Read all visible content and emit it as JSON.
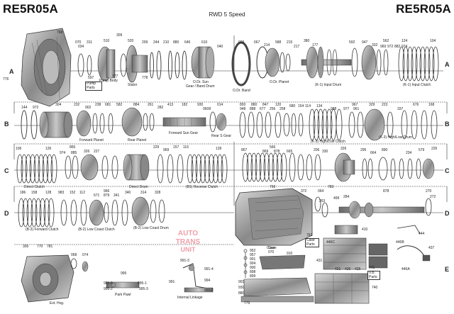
{
  "header": {
    "title_left": "RE5R05A",
    "title_right": "RE5R05A",
    "subtitle": "RWD 5 Speed"
  },
  "rows": [
    "A",
    "B",
    "C",
    "D",
    "E"
  ],
  "row_a_labels": {
    "p768": "768",
    "p070": "070",
    "p311": "311",
    "p034": "034",
    "p597": "597",
    "pump_parts": "Pump Parts",
    "p510": "510",
    "p309": "309",
    "p520": "520",
    "pump_body": "Pump Body",
    "p777": "777",
    "stator": "Stator",
    "p778": "778",
    "p209": "209",
    "p244": "244",
    "p210": "210",
    "p880": "880",
    "p646": "646",
    "p610": "610",
    "p040": "040",
    "od_sun": "O.Dr. Sun",
    "gear_band_drum": "Gear / Band Drum",
    "p776": "776",
    "p029": "029",
    "p667": "667",
    "p214": "214",
    "p588": "588",
    "p215": "215",
    "p217": "217",
    "p380": "380",
    "p177": "177",
    "od_band": "O.Dr. Band",
    "od_planet": "O.Dr. Planet",
    "p592": "592",
    "p947": "947",
    "p332": "332",
    "p562": "562",
    "p960": "960",
    "p972": "972",
    "p882": "882",
    "p974": "974",
    "p124": "124",
    "p104": "104",
    "k1_input_drum": "(K-1) Input Drum",
    "k1_input_clutch": "(K-1) Input Clutch"
  },
  "row_b_labels": {
    "p144": "144",
    "p972": "972",
    "p304": "304",
    "p232": "232",
    "p902": "902",
    "p238": "238",
    "p681": "681",
    "p582": "582",
    "p884": "884",
    "p261": "261",
    "p282": "282",
    "p413": "413",
    "p182": "182",
    "p930": "930",
    "p0608": "0608",
    "p014": "014",
    "forward_planet": "Forward Planet",
    "rear_planet": "Rear Planet",
    "forward_sun_gear": "Forward Sun Gear",
    "rear_s_gear": "Rear S Gear",
    "p893": "893",
    "p880": "880",
    "p847": "847",
    "p120": "120",
    "p948": "948",
    "p888": "888",
    "p677": "677",
    "p256": "256",
    "p258": "258",
    "p680": "680",
    "p154": "154",
    "p114": "114",
    "p134": "134",
    "p988": "988",
    "p967": "967",
    "p977": "977",
    "p961": "961",
    "p329": "329",
    "p223": "223",
    "p337": "337",
    "p676": "676",
    "p168": "168",
    "k3_hl_clutch": "(K-3) High/Low Clutch",
    "k3_hl_drum": "(K-3) High/Low Drum"
  },
  "row_c_labels": {
    "p106": "106",
    "p126": "126",
    "p865": "865",
    "p974": "974",
    "p885": "885",
    "p326": "326",
    "p227": "227",
    "p229": "229",
    "p969": "969",
    "p157": "157",
    "p116": "116",
    "p139": "139",
    "direct_clutch": "Direct Clutch",
    "direct_drum": "Direct Drum",
    "b1_reverse_clutch": "(B1) Reverse Clutch",
    "p867": "867",
    "p566": "566",
    "p869": "869",
    "p878": "878",
    "p665": "665",
    "p206": "206",
    "p330": "330",
    "p326b": "326",
    "p295": "295",
    "p664": "664",
    "p890": "890",
    "p234": "234",
    "p579": "579",
    "p226": "226",
    "p783": "783"
  },
  "row_d_labels": {
    "p186": "186",
    "p158": "158",
    "p128": "128",
    "p983": "983",
    "p152": "152",
    "p112": "112",
    "p966": "966",
    "p671": "671",
    "p879": "879",
    "p341": "341",
    "p340": "340",
    "p314": "314",
    "p328": "328",
    "b3_forward_clutch": "(B-3) Forward Clutch",
    "b2_low_coast_clutch": "(B-2) Low Coast Clutch",
    "b2_low_coast_drum": "(B-2) Low Coast Drum",
    "p760": "760",
    "p372": "372",
    "p064": "064",
    "p263": "263",
    "p499": "499",
    "p284": "284",
    "p878": "878",
    "p270": "270",
    "p272": "272",
    "case": "Case",
    "case_parts": "Case Parts",
    "p761": "761",
    "p410": "410",
    "p444": "444",
    "p446c": "446C",
    "p446b": "446B",
    "p431": "431",
    "p421": "421",
    "p426": "426",
    "p425": "425",
    "p437": "437",
    "p446a": "446A",
    "p741": "741",
    "vb_parts": "V.B. Parts"
  },
  "row_e_labels": {
    "p305": "305",
    "p770": "770",
    "p781": "781",
    "p068": "068",
    "p074": "074",
    "ext_hsg": "Ext. Hsg.",
    "p995": "995",
    "p991_6": "991-6",
    "p995_2": "995-2",
    "p995_1": "995-1",
    "p995_3": "995-3",
    "park_pawl": "Park Pawl",
    "p991_3": "991-3",
    "p991_4": "991-4",
    "p991": "991",
    "p994": "994",
    "p991_2": "991-2",
    "internal_linkage": "Internal Linkage",
    "p952": "952",
    "p957": "957",
    "p901": "901",
    "p904": "904",
    "p900": "900",
    "p898": "898",
    "p899": "899",
    "p903": "903",
    "p930": "930",
    "p880": "880",
    "p910": "910",
    "p070": "070",
    "p740": "740",
    "p779": "779",
    "case_small": "Case"
  },
  "watermark": {
    "line1": "AUTO",
    "line2": "TRANS",
    "line3": "UNIT"
  },
  "colors": {
    "ink": "#222222",
    "gray": "#9a9a9a",
    "dark": "#4a4a4a",
    "watermark": "#e05060"
  }
}
